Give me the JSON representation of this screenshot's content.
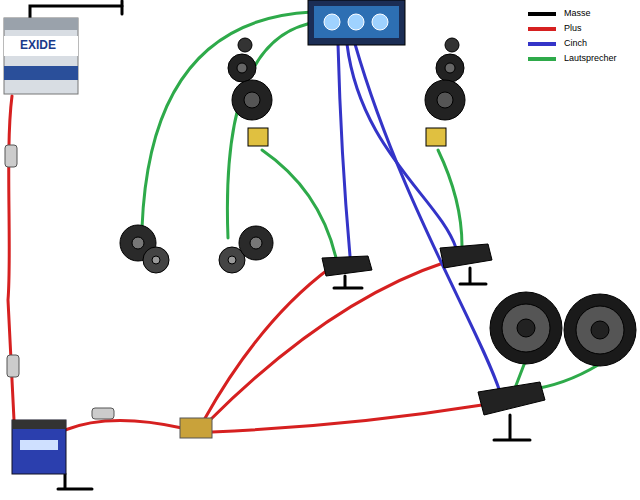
{
  "diagram": {
    "labels": [
      "EXIDE"
    ],
    "legend": [
      {
        "text": "Masse",
        "color": "#000000"
      },
      {
        "text": "Plus",
        "color": "#d62020"
      },
      {
        "text": "Cinch",
        "color": "#3434c8"
      },
      {
        "text": "Lautsprecher",
        "color": "#2eaa4a"
      }
    ]
  }
}
